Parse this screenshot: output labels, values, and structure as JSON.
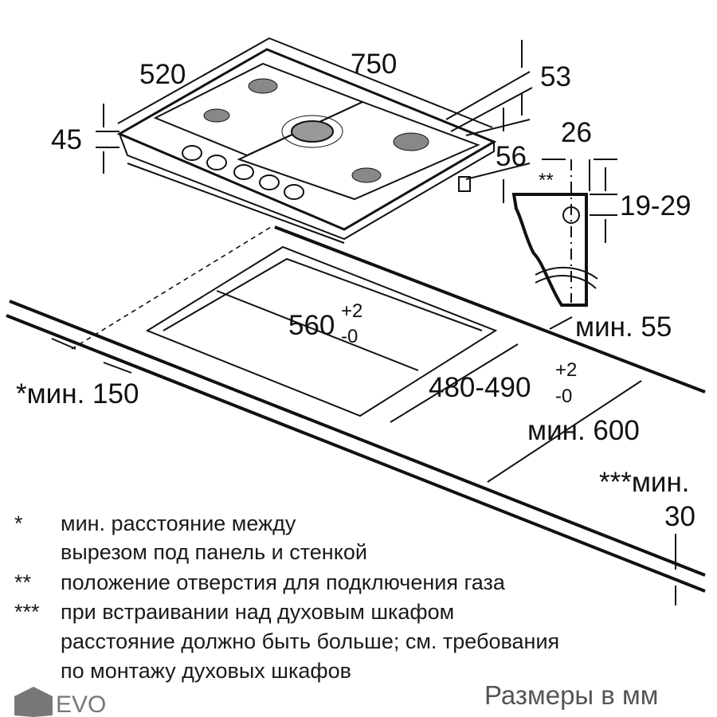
{
  "dimensions": {
    "width_750": "750",
    "width_520": "520",
    "depth_53": "53",
    "height_45": "45",
    "height_56": "56",
    "offset_26": "26",
    "offset_19_29": "19-29",
    "gas_marker": "**",
    "cutout_width": "560",
    "cutout_width_tol_plus": "+2",
    "cutout_width_tol_minus": "-0",
    "cutout_depth": "480-490",
    "cutout_depth_tol_plus": "+2",
    "cutout_depth_tol_minus": "-0",
    "min_55": "мин. 55",
    "min_150": "*мин. 150",
    "min_600": "мин. 600",
    "min_30_label": "***мин.",
    "min_30_value": "30"
  },
  "notes": [
    {
      "marker": "*",
      "lines": [
        "мин. расстояние между",
        "вырезом под панель и стенкой"
      ]
    },
    {
      "marker": "**",
      "lines": [
        "положение отверстия для подключения газа"
      ]
    },
    {
      "marker": "***",
      "lines": [
        "при встраивании над духовым шкафом",
        "расстояние должно быть больше; см. требования",
        "по монтажу духовых шкафов"
      ]
    }
  ],
  "units_label": "Размеры в мм",
  "watermark": "EVO"
}
